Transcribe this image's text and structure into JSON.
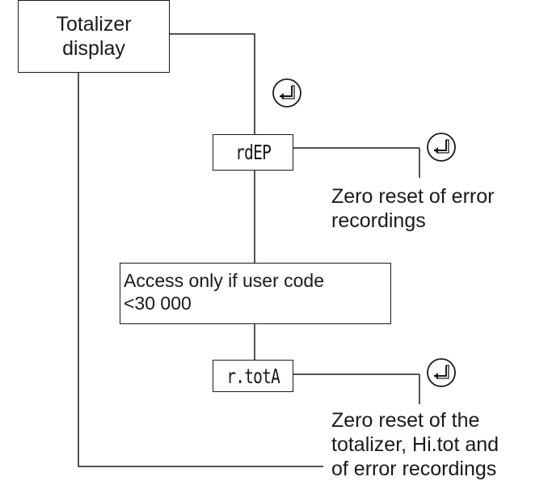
{
  "diagram": {
    "start_box": {
      "line1": "Totalizer",
      "line2": "display"
    },
    "rdep_box": {
      "label": "rdEP"
    },
    "access_box": {
      "line1": "Access only if user code",
      "line2": "<30 000"
    },
    "rtota_box": {
      "label": "r.totA"
    },
    "note_error": {
      "line1": "Zero reset of error",
      "line2": "recordings"
    },
    "note_totalizer": {
      "line1": "Zero reset of the",
      "line2": "totalizer, Hi.tot and",
      "line3": "of error recordings"
    },
    "enter_icon": "enter-key-icon",
    "colors": {
      "line": "#1a1a1a",
      "background": "#ffffff"
    }
  }
}
